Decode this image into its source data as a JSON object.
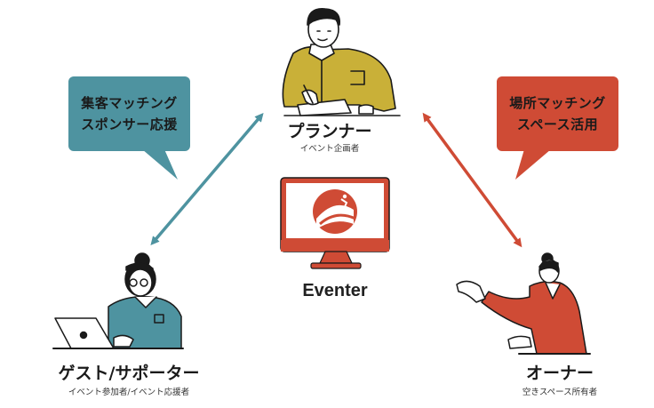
{
  "colors": {
    "teal": "#4e93a0",
    "red": "#cf4b35",
    "mustard": "#c9b038",
    "skin": "#ffffff",
    "ink": "#1a1a1a"
  },
  "bubbles": {
    "left": {
      "line1": "集客マッチング",
      "line2": "スポンサー応援"
    },
    "right": {
      "line1": "場所マッチング",
      "line2": "スペース活用"
    }
  },
  "roles": {
    "planner": {
      "title": "プランナー",
      "subtitle": "イベント企画者"
    },
    "guest": {
      "title": "ゲスト/サポーター",
      "subtitle": "イベント参加者/イベント応援者"
    },
    "owner": {
      "title": "オーナー",
      "subtitle": "空きスペース所有者"
    }
  },
  "brand": {
    "name": "Eventer"
  },
  "icons": [
    "planner-illustration",
    "monitor-icon",
    "logo-icon",
    "guest-illustration",
    "owner-illustration",
    "double-arrow-icon"
  ]
}
